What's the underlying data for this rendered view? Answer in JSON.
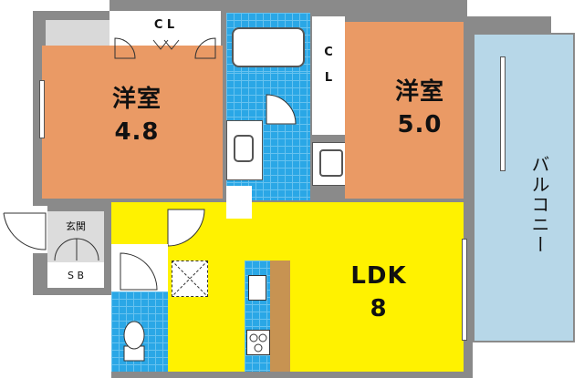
{
  "rooms": {
    "bedroom_left": {
      "name": "洋室",
      "size": "4.8"
    },
    "bedroom_right": {
      "name": "洋室",
      "size": "5.0"
    },
    "ldk": {
      "name": "LDK",
      "size": "8"
    },
    "closet_top": "C L",
    "closet_mid": "C L",
    "balcony": "バルコニー",
    "entrance": "玄関",
    "shoe_box": "S B"
  },
  "colors": {
    "bedroom": "#ea9a65",
    "ldk": "#fff200",
    "wet_area": "#2aa7e6",
    "balcony": "#b7d7e8",
    "wall": "#8a8a8a"
  }
}
